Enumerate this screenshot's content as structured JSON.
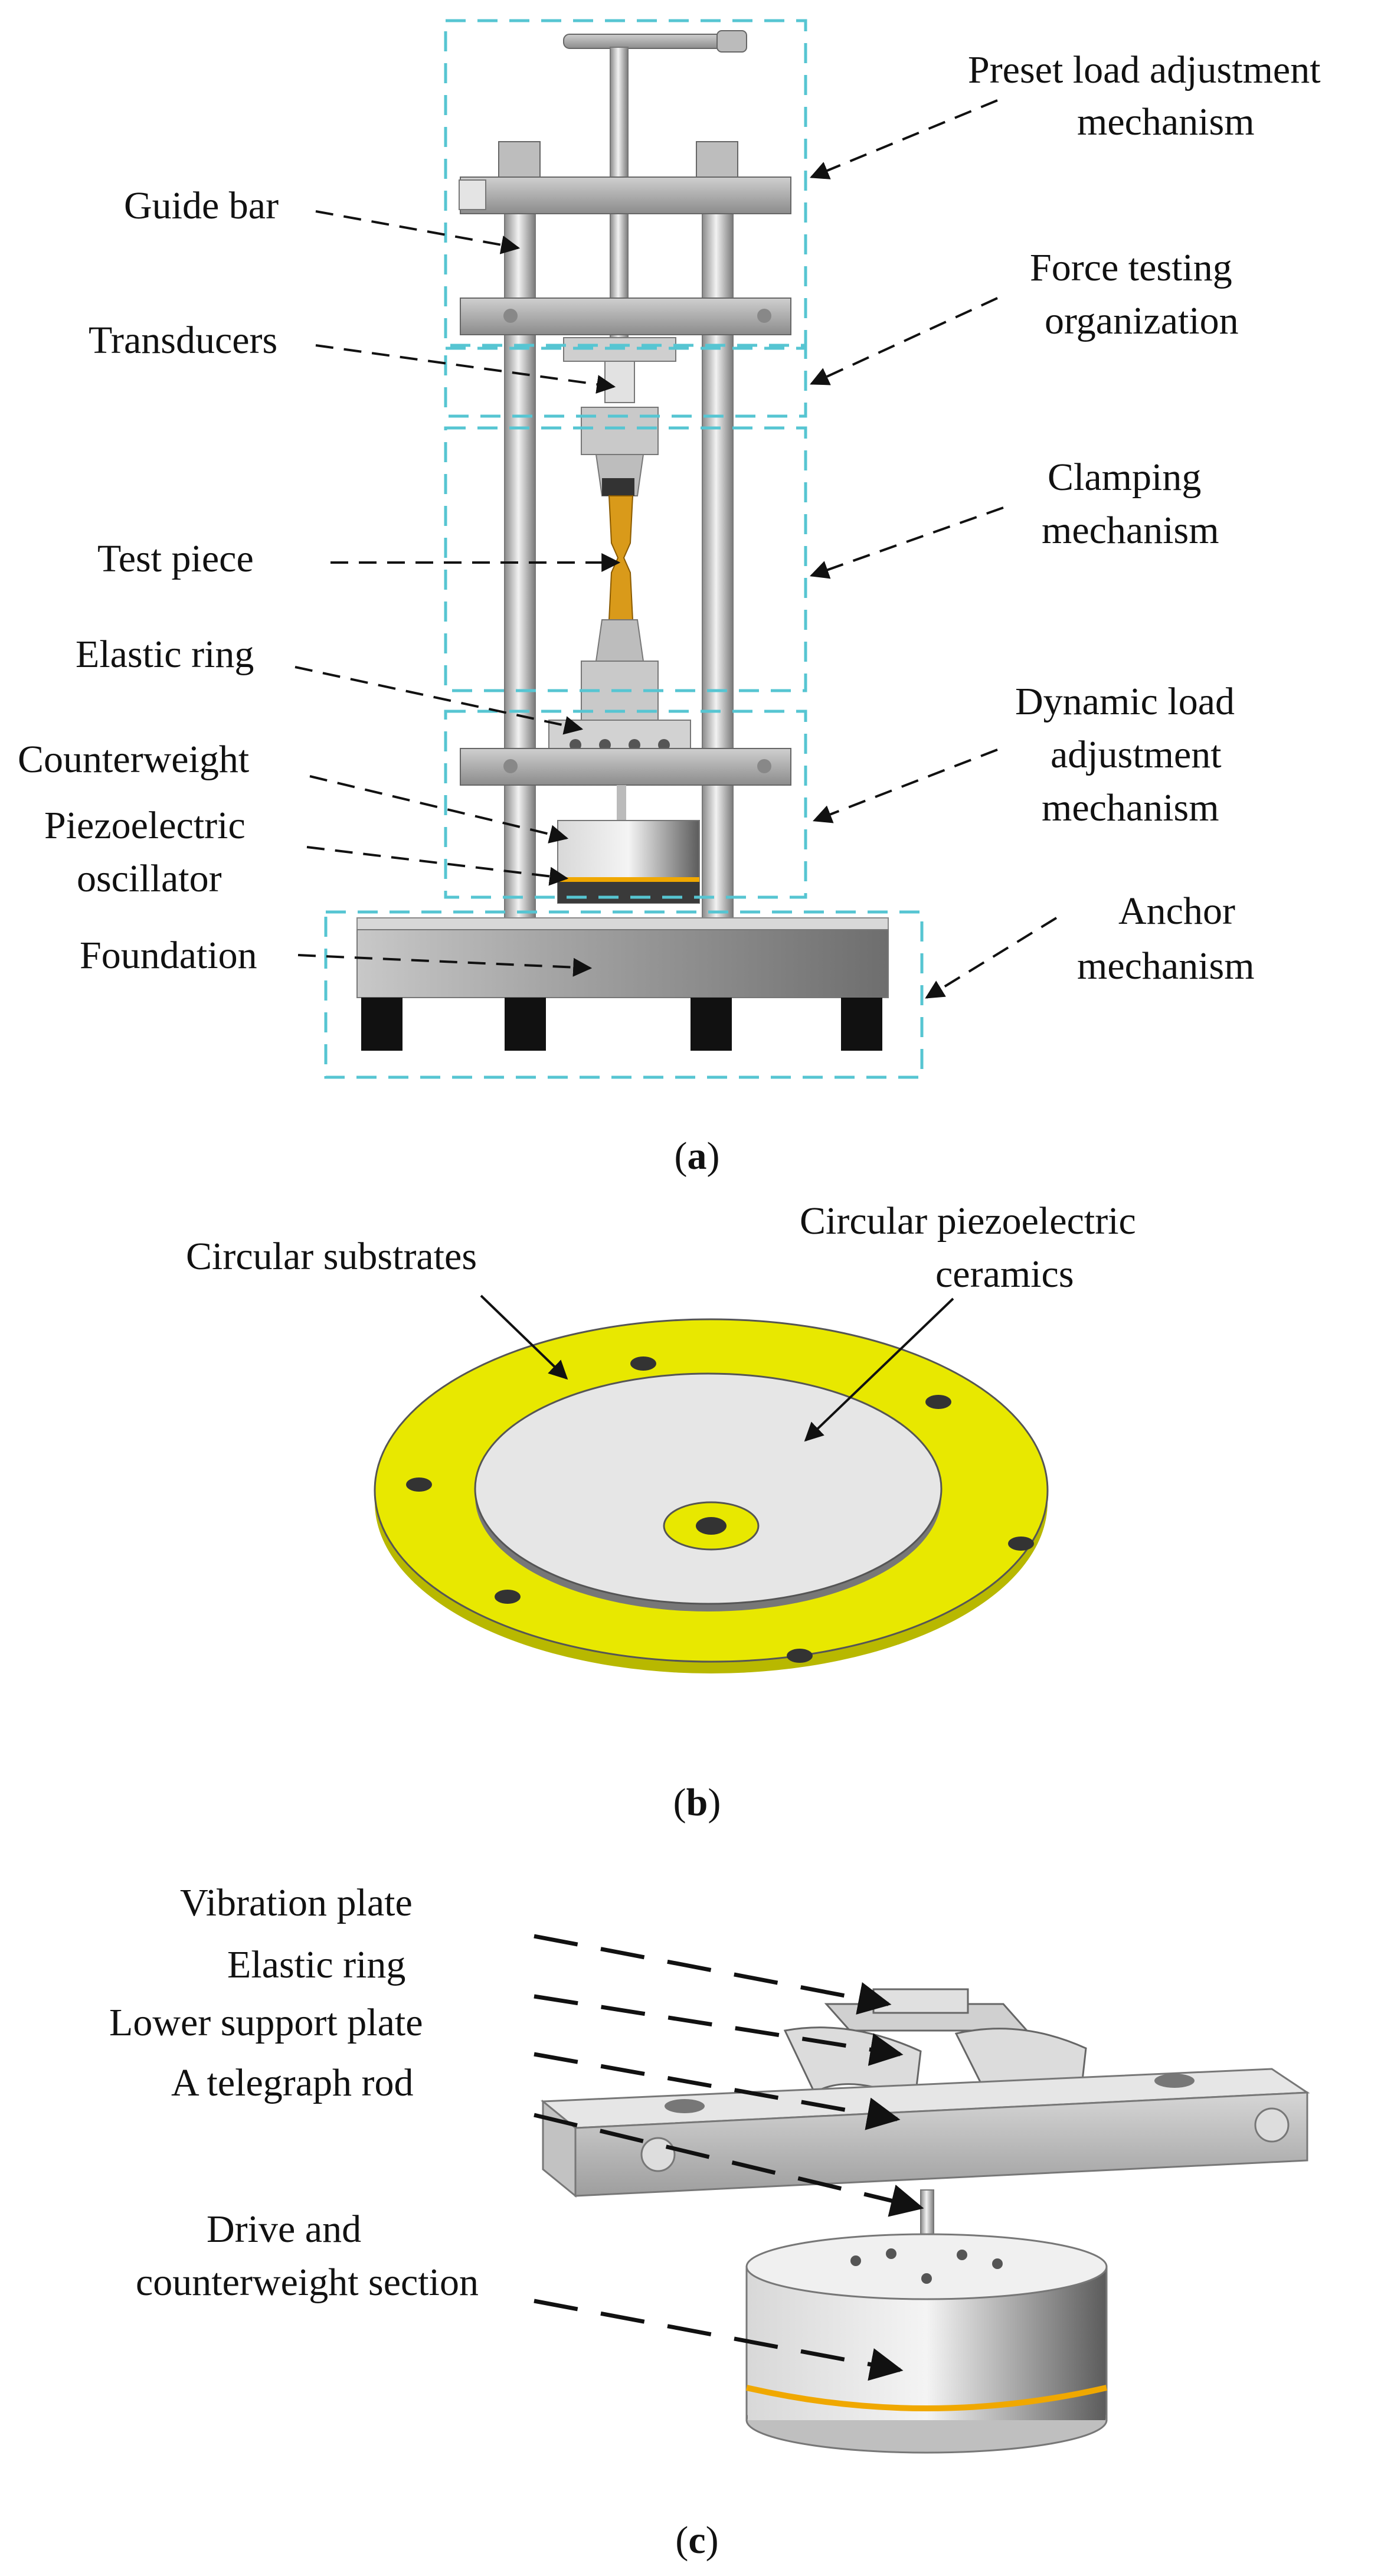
{
  "panel_a": {
    "caption_letter": "a",
    "labels_left": {
      "guide_bar": "Guide bar",
      "transducers": "Transducers",
      "test_piece": "Test piece",
      "elastic_ring": "Elastic ring",
      "counterweight": "Counterweight",
      "piezo_line1": "Piezoelectric",
      "piezo_line2": "oscillator",
      "foundation": "Foundation"
    },
    "labels_right": {
      "preset_line1": "Preset load adjustment",
      "preset_line2": "mechanism",
      "force_line1": "Force testing",
      "force_line2": "organization",
      "clamp_line1": "Clamping",
      "clamp_line2": "mechanism",
      "dyn_line1": "Dynamic load",
      "dyn_line2": "adjustment",
      "dyn_line3": "mechanism",
      "anchor_line1": "Anchor",
      "anchor_line2": "mechanism"
    }
  },
  "panel_b": {
    "caption_letter": "b",
    "labels": {
      "substrates": "Circular substrates",
      "ceramics_line1": "Circular piezoelectric",
      "ceramics_line2": "ceramics"
    }
  },
  "panel_c": {
    "caption_letter": "c",
    "labels": {
      "vibration_plate": "Vibration plate",
      "elastic_ring": "Elastic ring",
      "lower_support": "Lower support plate",
      "telegraph_rod": "A telegraph rod",
      "drive_line1": "Drive and",
      "drive_line2": "counterweight section"
    }
  },
  "colors": {
    "box_dash": "#56c5d2",
    "specimen": "#d99a1a",
    "substrate": "#e8e800",
    "ceramic": "#e6e6e6",
    "piezo_band": "#f0a800",
    "metal": "#9a9a9a"
  }
}
